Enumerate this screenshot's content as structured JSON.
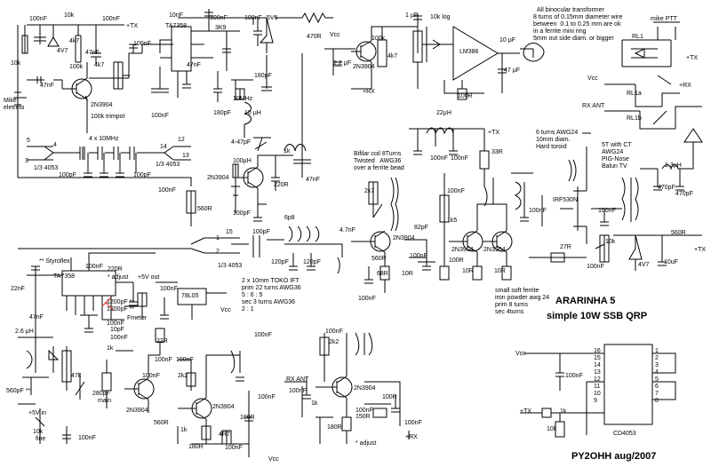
{
  "title": {
    "main": "ARARINHA 5",
    "sub": "simple 10W SSB QRP",
    "author": "PY2OHH aug/2007"
  },
  "notes": {
    "binocular": [
      "All binocular transformer",
      "8 turns of 0.15mm diameter wire",
      "between  0.1 to 0.25 mm are ok",
      "in a ferrite mini ring",
      "5mm out side diam. or bigger"
    ],
    "bifilar": [
      "Bifilar coil 8Turns",
      "Twisted   AWG36",
      "over a ferrite bead"
    ],
    "toroid": [
      "6 turns AWG24",
      "10mm diam.",
      "Hard toroid"
    ],
    "balun": [
      "5T with CT",
      "AWG24",
      "PIG-Nose",
      "Balun TV"
    ],
    "ift": [
      "2 x 10mm TOKO IFT",
      "prim 22 turns AWG36",
      "5 : 6 : 5",
      "sec 3 turns AWG36",
      "2 : 1"
    ],
    "small_ferrite": [
      "small soft ferrite",
      "iron powder awg 24",
      "prim 8 turns",
      "sec 4turns"
    ],
    "styroflex": "** Styroflex",
    "adjust": "* adjust",
    "adjust2": "* adjust"
  },
  "chips": {
    "ta7358_top": "TA7358",
    "lm386": "LM386",
    "ta7358_bottom": "TA7358",
    "reg": "78L05",
    "cd4053": "CD4053",
    "sw_top_left": "1/3 4053",
    "sw_top_right": "1/3 4053",
    "sw_mid": "1/3 4053"
  },
  "labels": {
    "mike": [
      "Mike",
      "eletreto"
    ],
    "mike_ptt": "mike PTT",
    "rl1": "RL1",
    "rl1a": "RL1a",
    "rl1b": "RL1b",
    "rx_ant_top": "RX ANT",
    "rx_ant_bottom": "RX ANT",
    "plus_tx": "+TX",
    "plus_rx": "+RX",
    "vcc": "Vcc",
    "fmeter": "Fmeter",
    "plus5v_out": "+5V out",
    "plus5v_in": "+5V in",
    "fine": "fine",
    "main": "main",
    "trimpot": "100k trimpot",
    "xtal": "4 x 10MHz",
    "ten_mhz": "10MHz",
    "fivev6": "5V6",
    "ten_k_log": "10k log",
    "twenty_two_uh": "22µH",
    "one_three_uh": "1.3µH",
    "irf": "IRF530N",
    "two_six_uh": "2.6 µH"
  },
  "parts": {
    "c100nf": "100nF",
    "c47nf": "47nF",
    "c10nf": "10nF",
    "c1uf": "1 µF",
    "c2u2": "2,2 µF",
    "c10uf": "10 µF",
    "c47uf": "47 µF",
    "c180pf": "180pF",
    "c100pf": "100pF",
    "c120pf": "120pF",
    "c470pf": "470pF",
    "c22nf": "22nF",
    "c560pf": "560pF **",
    "c280pf": "280pF",
    "c1200pf": "1200pF **",
    "c10pf": "10pF",
    "c4_47pf": "4-47pF",
    "c6p8": "6p8",
    "c82pf": "82pF",
    "c4n7": "4.7nF",
    "c10uf2": "10uF",
    "r10k": "10k",
    "r4k7": "4k7",
    "r100k": "100k",
    "r3k9": "3K9",
    "r470r": "470R",
    "r1k": "1k",
    "r220r": "220R",
    "r560r": "560R",
    "r2k7": "2k7",
    "r1k5": "1k5",
    "r33r": "33R",
    "r100r": "100R",
    "r10r": "10R",
    "r27r": "27R",
    "r68r": "68R",
    "r2k2": "2k2",
    "r22r": "22R",
    "r180r": "180R",
    "r150r": "150R",
    "r4r7": "4R7",
    "r10u_h": "10 µH",
    "r100uh": "100µH",
    "r47k": "47k",
    "q": "2N3904",
    "d4v7": "4V7"
  },
  "pins": {
    "p4": "4",
    "p5": "5",
    "p3": "3",
    "p12": "12",
    "p13": "13",
    "p14": "14",
    "p15": "15",
    "p1": "1",
    "p2": "2",
    "cd_left": [
      "16",
      "15",
      "14",
      "13",
      "12",
      "11",
      "10",
      "9"
    ],
    "cd_right": [
      "1",
      "2",
      "3",
      "4",
      "5",
      "6",
      "7",
      "8"
    ]
  }
}
